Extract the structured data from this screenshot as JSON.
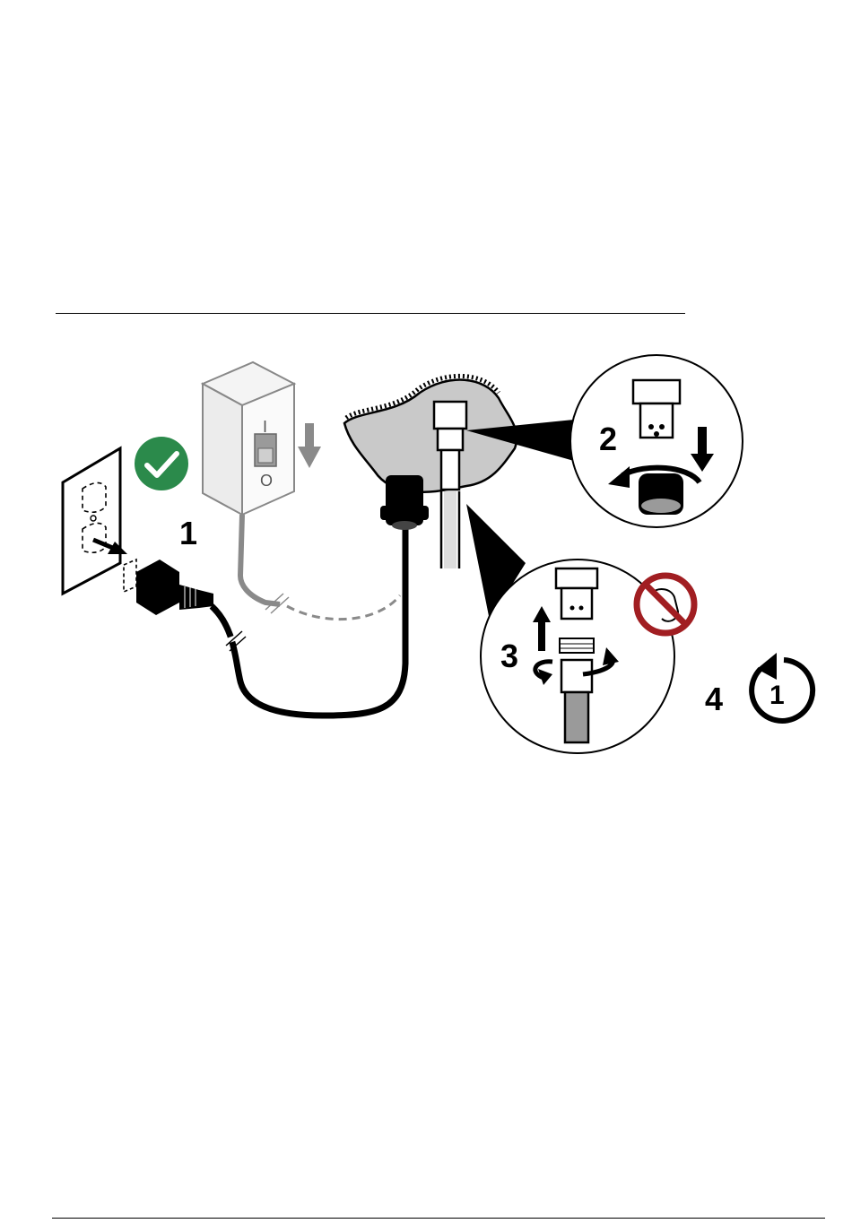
{
  "steps": {
    "step1": "1",
    "step2": "2",
    "step3": "3",
    "step4": "4"
  },
  "switch_labels": {
    "on": "I",
    "off": "O"
  },
  "restart_icon_label": "1",
  "icons": {
    "checkmark": "checkmark-icon",
    "no_tool": "no-wrench-icon",
    "restart": "restart-icon",
    "arrow_down": "arrow-down-icon"
  },
  "colors": {
    "check_green": "#2b8a4b",
    "prohibit_red": "#a11e22",
    "panel_gray": "#c9c9c9",
    "switch_gray": "#8a8a8a",
    "line_black": "#000000"
  }
}
